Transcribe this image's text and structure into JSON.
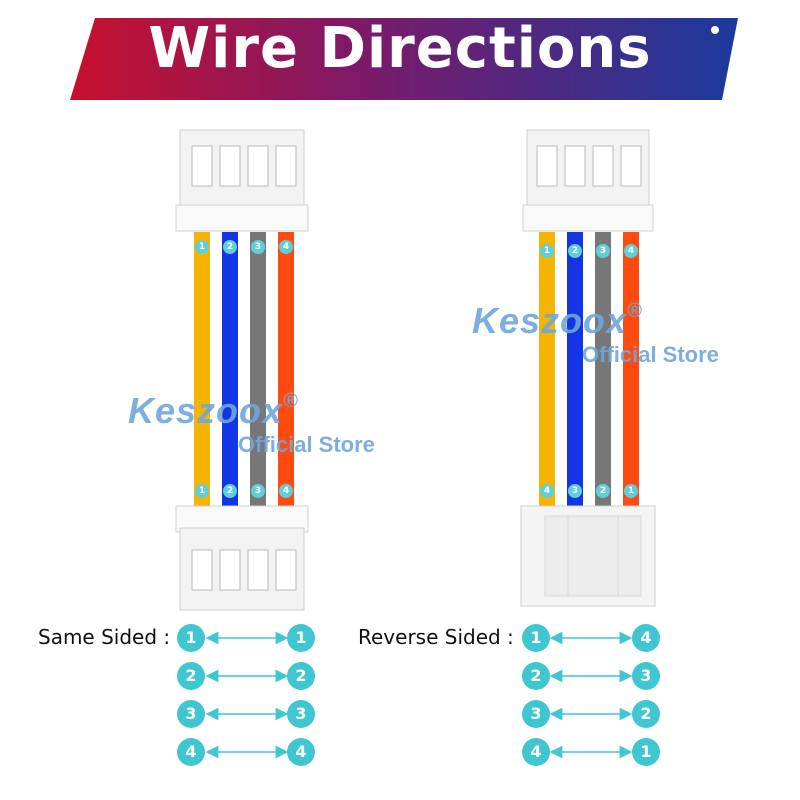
{
  "title": "Wire Directions",
  "watermark": {
    "brand": "Keszoox",
    "reg": "®",
    "sub": "Official Store"
  },
  "wire_colors": [
    "#f6b400",
    "#1335e6",
    "#777777",
    "#ff4a10"
  ],
  "left": {
    "label": "Same Sided :",
    "pins_top": [
      "1",
      "2",
      "3",
      "4"
    ],
    "pins_bottom": [
      "1",
      "2",
      "3",
      "4"
    ],
    "mapping": [
      [
        "1",
        "1"
      ],
      [
        "2",
        "2"
      ],
      [
        "3",
        "3"
      ],
      [
        "4",
        "4"
      ]
    ]
  },
  "right": {
    "label": "Reverse Sided :",
    "pins_top": [
      "1",
      "2",
      "3",
      "4"
    ],
    "pins_bottom": [
      "4",
      "3",
      "2",
      "1"
    ],
    "mapping": [
      [
        "1",
        "4"
      ],
      [
        "2",
        "3"
      ],
      [
        "3",
        "2"
      ],
      [
        "4",
        "1"
      ]
    ]
  }
}
